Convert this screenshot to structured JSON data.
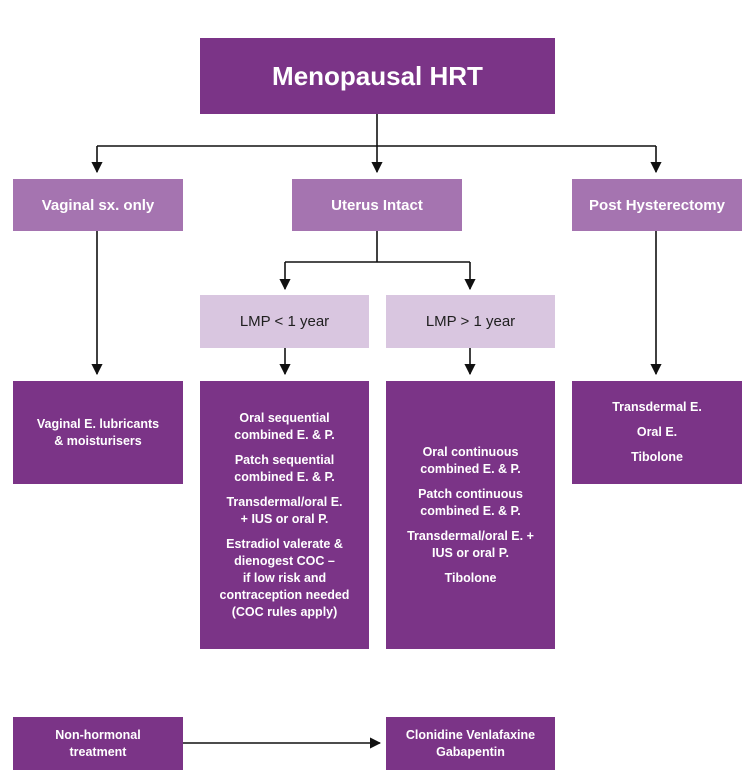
{
  "title": "Menopausal HRT",
  "categories": {
    "vaginal": "Vaginal sx. only",
    "uterus_intact": "Uterus Intact",
    "post_hysterectomy": "Post Hysterectomy"
  },
  "lmp": {
    "lt1": "LMP < 1 year",
    "gt1": "LMP > 1 year"
  },
  "treatments": {
    "vaginal": [
      "Vaginal E. lubricants\n& moisturisers"
    ],
    "lmp_lt1": [
      "Oral sequential\ncombined E. & P.",
      "Patch sequential\ncombined E. & P.",
      "Transdermal/oral E.\n+ IUS or oral P.",
      "Estradiol valerate &\ndienogest COC –\nif low risk and\ncontraception needed\n(COC rules apply)"
    ],
    "lmp_gt1": [
      "Oral continuous\ncombined E. & P.",
      "Patch  continuous\ncombined E. & P.",
      "Transdermal/oral E. +\nIUS or oral P.",
      "Tibolone"
    ],
    "post_hysterectomy": [
      "Transdermal E.",
      "Oral E.",
      "Tibolone"
    ]
  },
  "non_hormonal": {
    "label": "Non-hormonal\ntreatment",
    "options": "Clonidine Venlafaxine\nGabapentin"
  },
  "colors": {
    "dark_purple": "#7b3487",
    "mid_purple": "#a574b0",
    "light_purple": "#d9c6e0"
  }
}
